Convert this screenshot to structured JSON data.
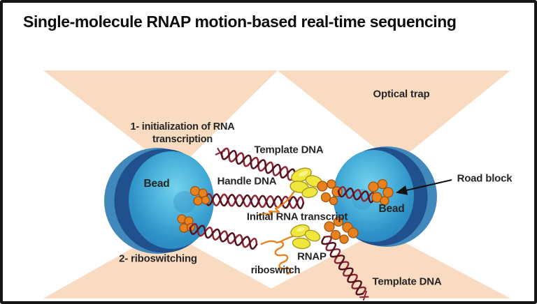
{
  "title": "Single-molecule RNAP motion-based real-time sequencing",
  "labels": {
    "optical_trap": "Optical trap",
    "step1_line1": "1- initialization of RNA",
    "step1_line2": "transcription",
    "template_dna_top": "Template DNA",
    "handle_dna": "Handle DNA",
    "bead_left": "Bead",
    "bead_right": "Bead",
    "road_block": "Road block",
    "initial_rna_transcript": "Initial RNA transcript",
    "step2": "2- riboswitching",
    "riboswitch": "riboswitch",
    "rnap": "RNAP",
    "template_dna_bottom": "Template DNA"
  },
  "colors": {
    "trap_beam": "#f8dbc1",
    "bead_rim": "#4189bb",
    "bead_band": "#20508d",
    "bead_light": "#74d2ec",
    "bead_mid": "#3ba2d3",
    "dna_strand_dark": "#54131f",
    "dna_strand_red": "#8e2534",
    "rna_orange": "#e8821f",
    "rnap_yellow": "#efe73c",
    "label_text": "#262626",
    "frame": "#161616"
  }
}
